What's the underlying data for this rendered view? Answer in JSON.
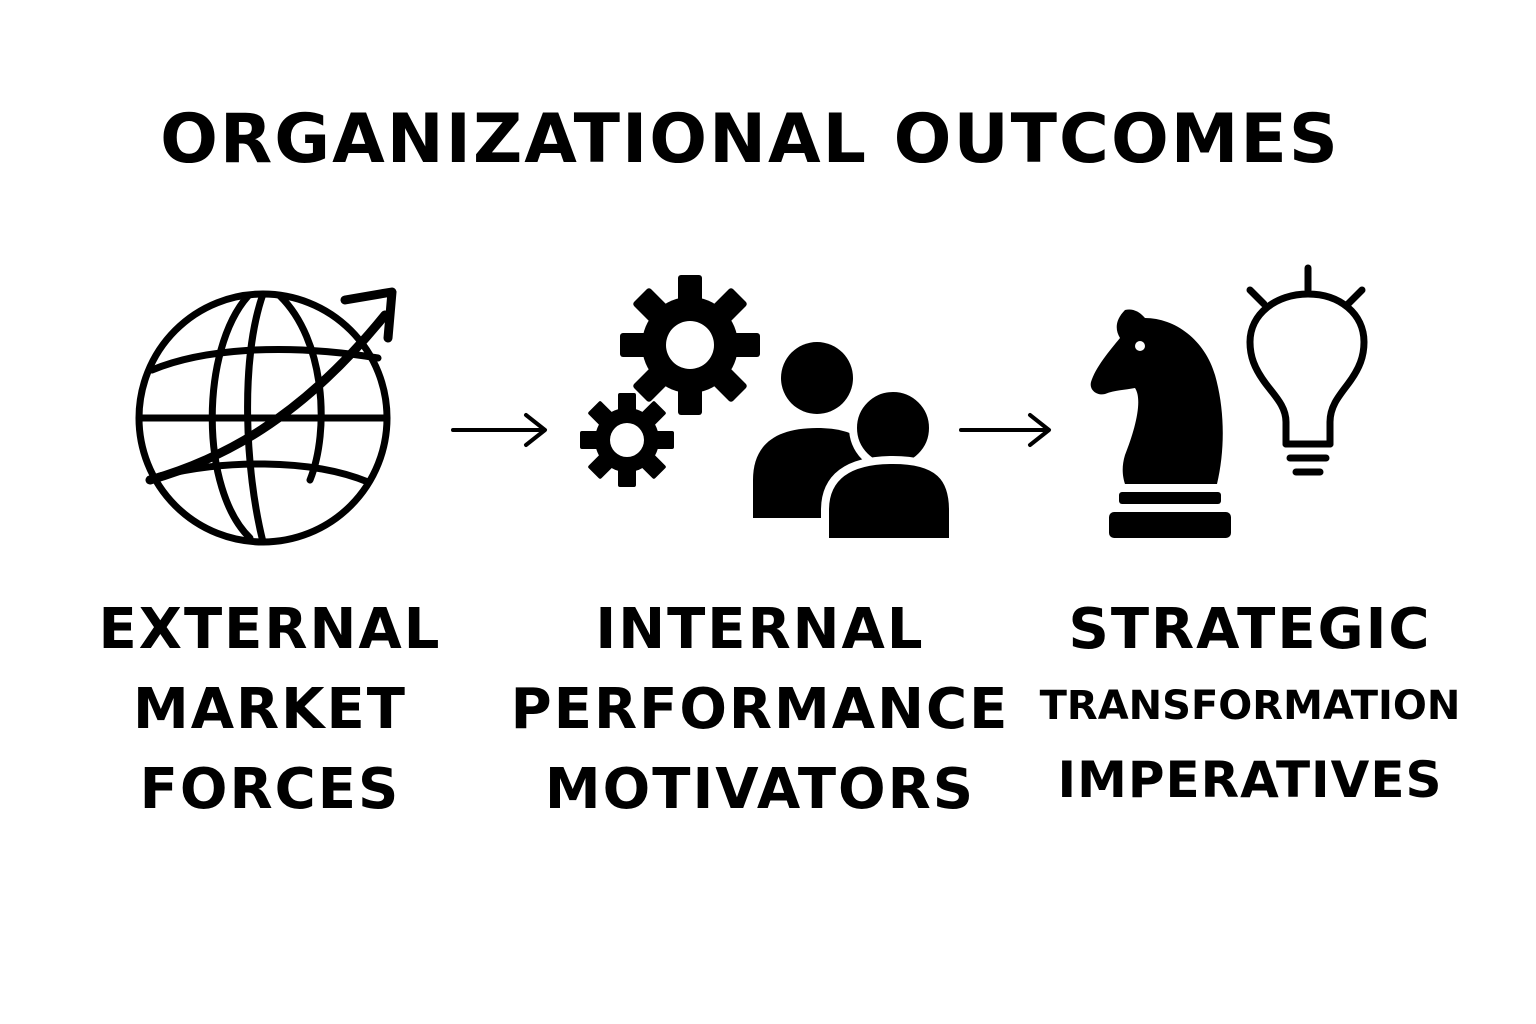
{
  "title": "ORGANIZATIONAL OUTCOMES",
  "stages": [
    {
      "lines": [
        "EXTERNAL",
        "MARKET",
        "FORCES"
      ],
      "icon": "globe-with-trend-arrow-icon"
    },
    {
      "lines": [
        "INTERNAL",
        "PERFORMANCE",
        "MOTIVATORS"
      ],
      "icon": "gears-and-people-icon"
    },
    {
      "lines": [
        "STRATEGIC",
        "TRANSFORMATION",
        "IMPERATIVES"
      ],
      "icon": "chess-knight-and-lightbulb-icon"
    }
  ],
  "connectors": [
    "right-arrow-icon",
    "right-arrow-icon"
  ],
  "colors": {
    "ink": "#000000",
    "background": "#ffffff"
  }
}
